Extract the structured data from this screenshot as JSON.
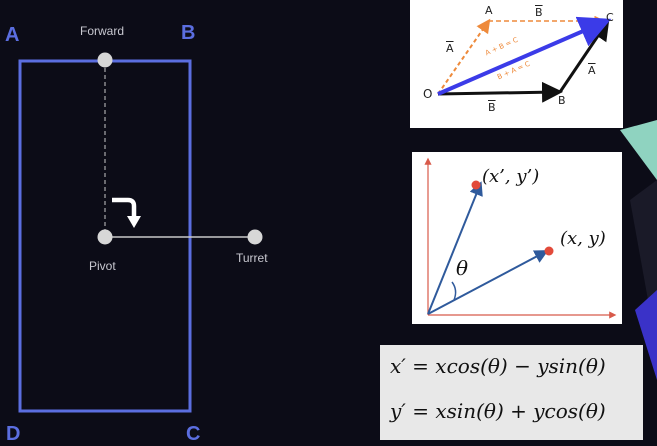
{
  "left_diagram": {
    "corners": {
      "a": "A",
      "b": "B",
      "c": "C",
      "d": "D"
    },
    "labels": {
      "forward": "Forward",
      "pivot": "Pivot",
      "turret": "Turret"
    },
    "colors": {
      "frame": "#5b6ee0",
      "background": "#0c0c17",
      "node": "#d7d7d7"
    }
  },
  "vector_addition": {
    "points": {
      "o": "O",
      "a": "A",
      "b": "B",
      "c": "C"
    },
    "vectors": {
      "a_left": "A",
      "a_right": "A",
      "b_top": "B",
      "b_bottom": "B"
    },
    "diagonal_text_1": "A + B = C",
    "diagonal_text_2": "B + A = C",
    "colors": {
      "blue": "#3b3be8",
      "orange": "#ee8a3b",
      "black": "#111111"
    }
  },
  "rotation": {
    "point_new": "(x’, y’)",
    "point_orig": "(x, y)",
    "angle": "θ",
    "colors": {
      "axis": "#d85a4a",
      "vector": "#2f5a9c",
      "point": "#e24a3a"
    }
  },
  "formulas": {
    "line1": "x′ = xcos(θ) − ysin(θ)",
    "line2": "y′ = xsin(θ) + ycos(θ)"
  }
}
